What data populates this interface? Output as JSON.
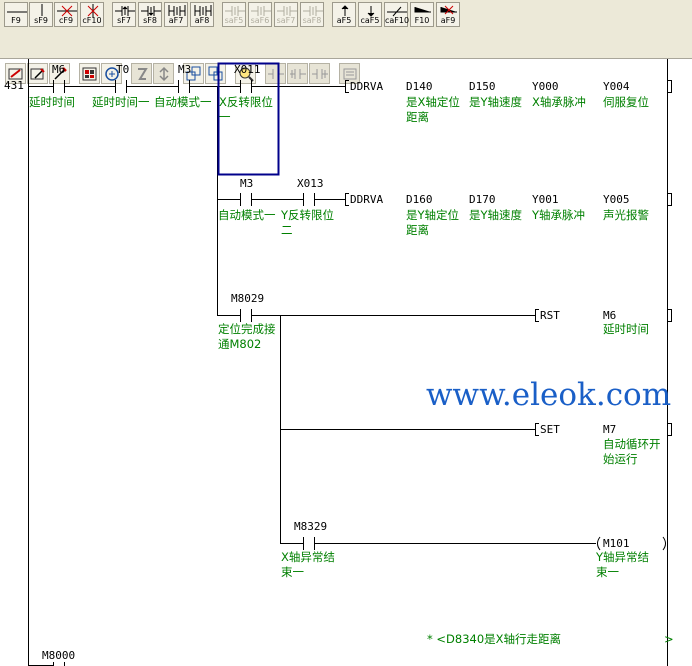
{
  "toolbar1": {
    "buttons": [
      {
        "label": "F9",
        "icon": "horizontal-line-icon"
      },
      {
        "label": "sF9",
        "icon": "vertical-line-icon"
      },
      {
        "label": "cF9",
        "icon": "delete-horizontal-line-icon"
      },
      {
        "label": "cF10",
        "icon": "delete-vertical-line-icon"
      },
      {
        "label": "sF7",
        "icon": "rising-edge-contact-icon"
      },
      {
        "label": "sF8",
        "icon": "falling-edge-contact-icon"
      },
      {
        "label": "aF7",
        "icon": "parallel-rising-edge-icon"
      },
      {
        "label": "aF8",
        "icon": "parallel-falling-edge-icon"
      },
      {
        "label": "saF5",
        "icon": "disabled-contact-icon"
      },
      {
        "label": "saF6",
        "icon": "disabled-contact-icon"
      },
      {
        "label": "saF7",
        "icon": "disabled-contact-icon"
      },
      {
        "label": "saF8",
        "icon": "disabled-contact-icon"
      },
      {
        "label": "aF5",
        "icon": "rising-pulse-icon"
      },
      {
        "label": "caF5",
        "icon": "falling-pulse-icon"
      },
      {
        "label": "caF10",
        "icon": "invert-operation-icon"
      },
      {
        "label": "F10",
        "icon": "line-input-icon"
      },
      {
        "label": "aF9",
        "icon": "line-delete-icon"
      }
    ]
  },
  "rung": {
    "step": "431",
    "contact_m6": {
      "device": "M6",
      "comment": "延时时间"
    },
    "contact_t0": {
      "device": "T0",
      "comment": "延时时间一"
    },
    "contact_m3": {
      "device": "M3",
      "comment": "自动模式一"
    },
    "contact_x011": {
      "device": "X011",
      "comment": "X反转限位一"
    },
    "ddrva_1": {
      "instr": "DDRVA",
      "ops": [
        {
          "device": "D140",
          "comment": "是X轴定位距离"
        },
        {
          "device": "D150",
          "comment": "是Y轴速度"
        },
        {
          "device": "Y000",
          "comment": "X轴承脉冲"
        },
        {
          "device": "Y004",
          "comment": "伺服复位"
        }
      ]
    },
    "contact_m3b": {
      "device": "M3",
      "comment": "自动模式一"
    },
    "contact_x013": {
      "device": "X013",
      "comment": "Y反转限位二"
    },
    "ddrva_2": {
      "instr": "DDRVA",
      "ops": [
        {
          "device": "D160",
          "comment": "是Y轴定位距离"
        },
        {
          "device": "D170",
          "comment": "是Y轴速度"
        },
        {
          "device": "Y001",
          "comment": "Y轴承脉冲"
        },
        {
          "device": "Y005",
          "comment": "声光报警"
        }
      ]
    },
    "contact_m8029": {
      "device": "M8029",
      "comment": "定位完成接通M802"
    },
    "rst": {
      "instr": "RST",
      "device": "M6",
      "comment": "延时时间"
    },
    "set": {
      "instr": "SET",
      "device": "M7",
      "comment": "自动循环开始运行"
    },
    "contact_m8329": {
      "device": "M8329",
      "comment": "X轴异常结束一"
    },
    "coil_m101": {
      "device": "M101",
      "comment": "Y轴异常结束一"
    },
    "statement": "* <D8340是X轴行走距离",
    "next_contact": "M8000"
  },
  "watermark": "www.eleok.com"
}
